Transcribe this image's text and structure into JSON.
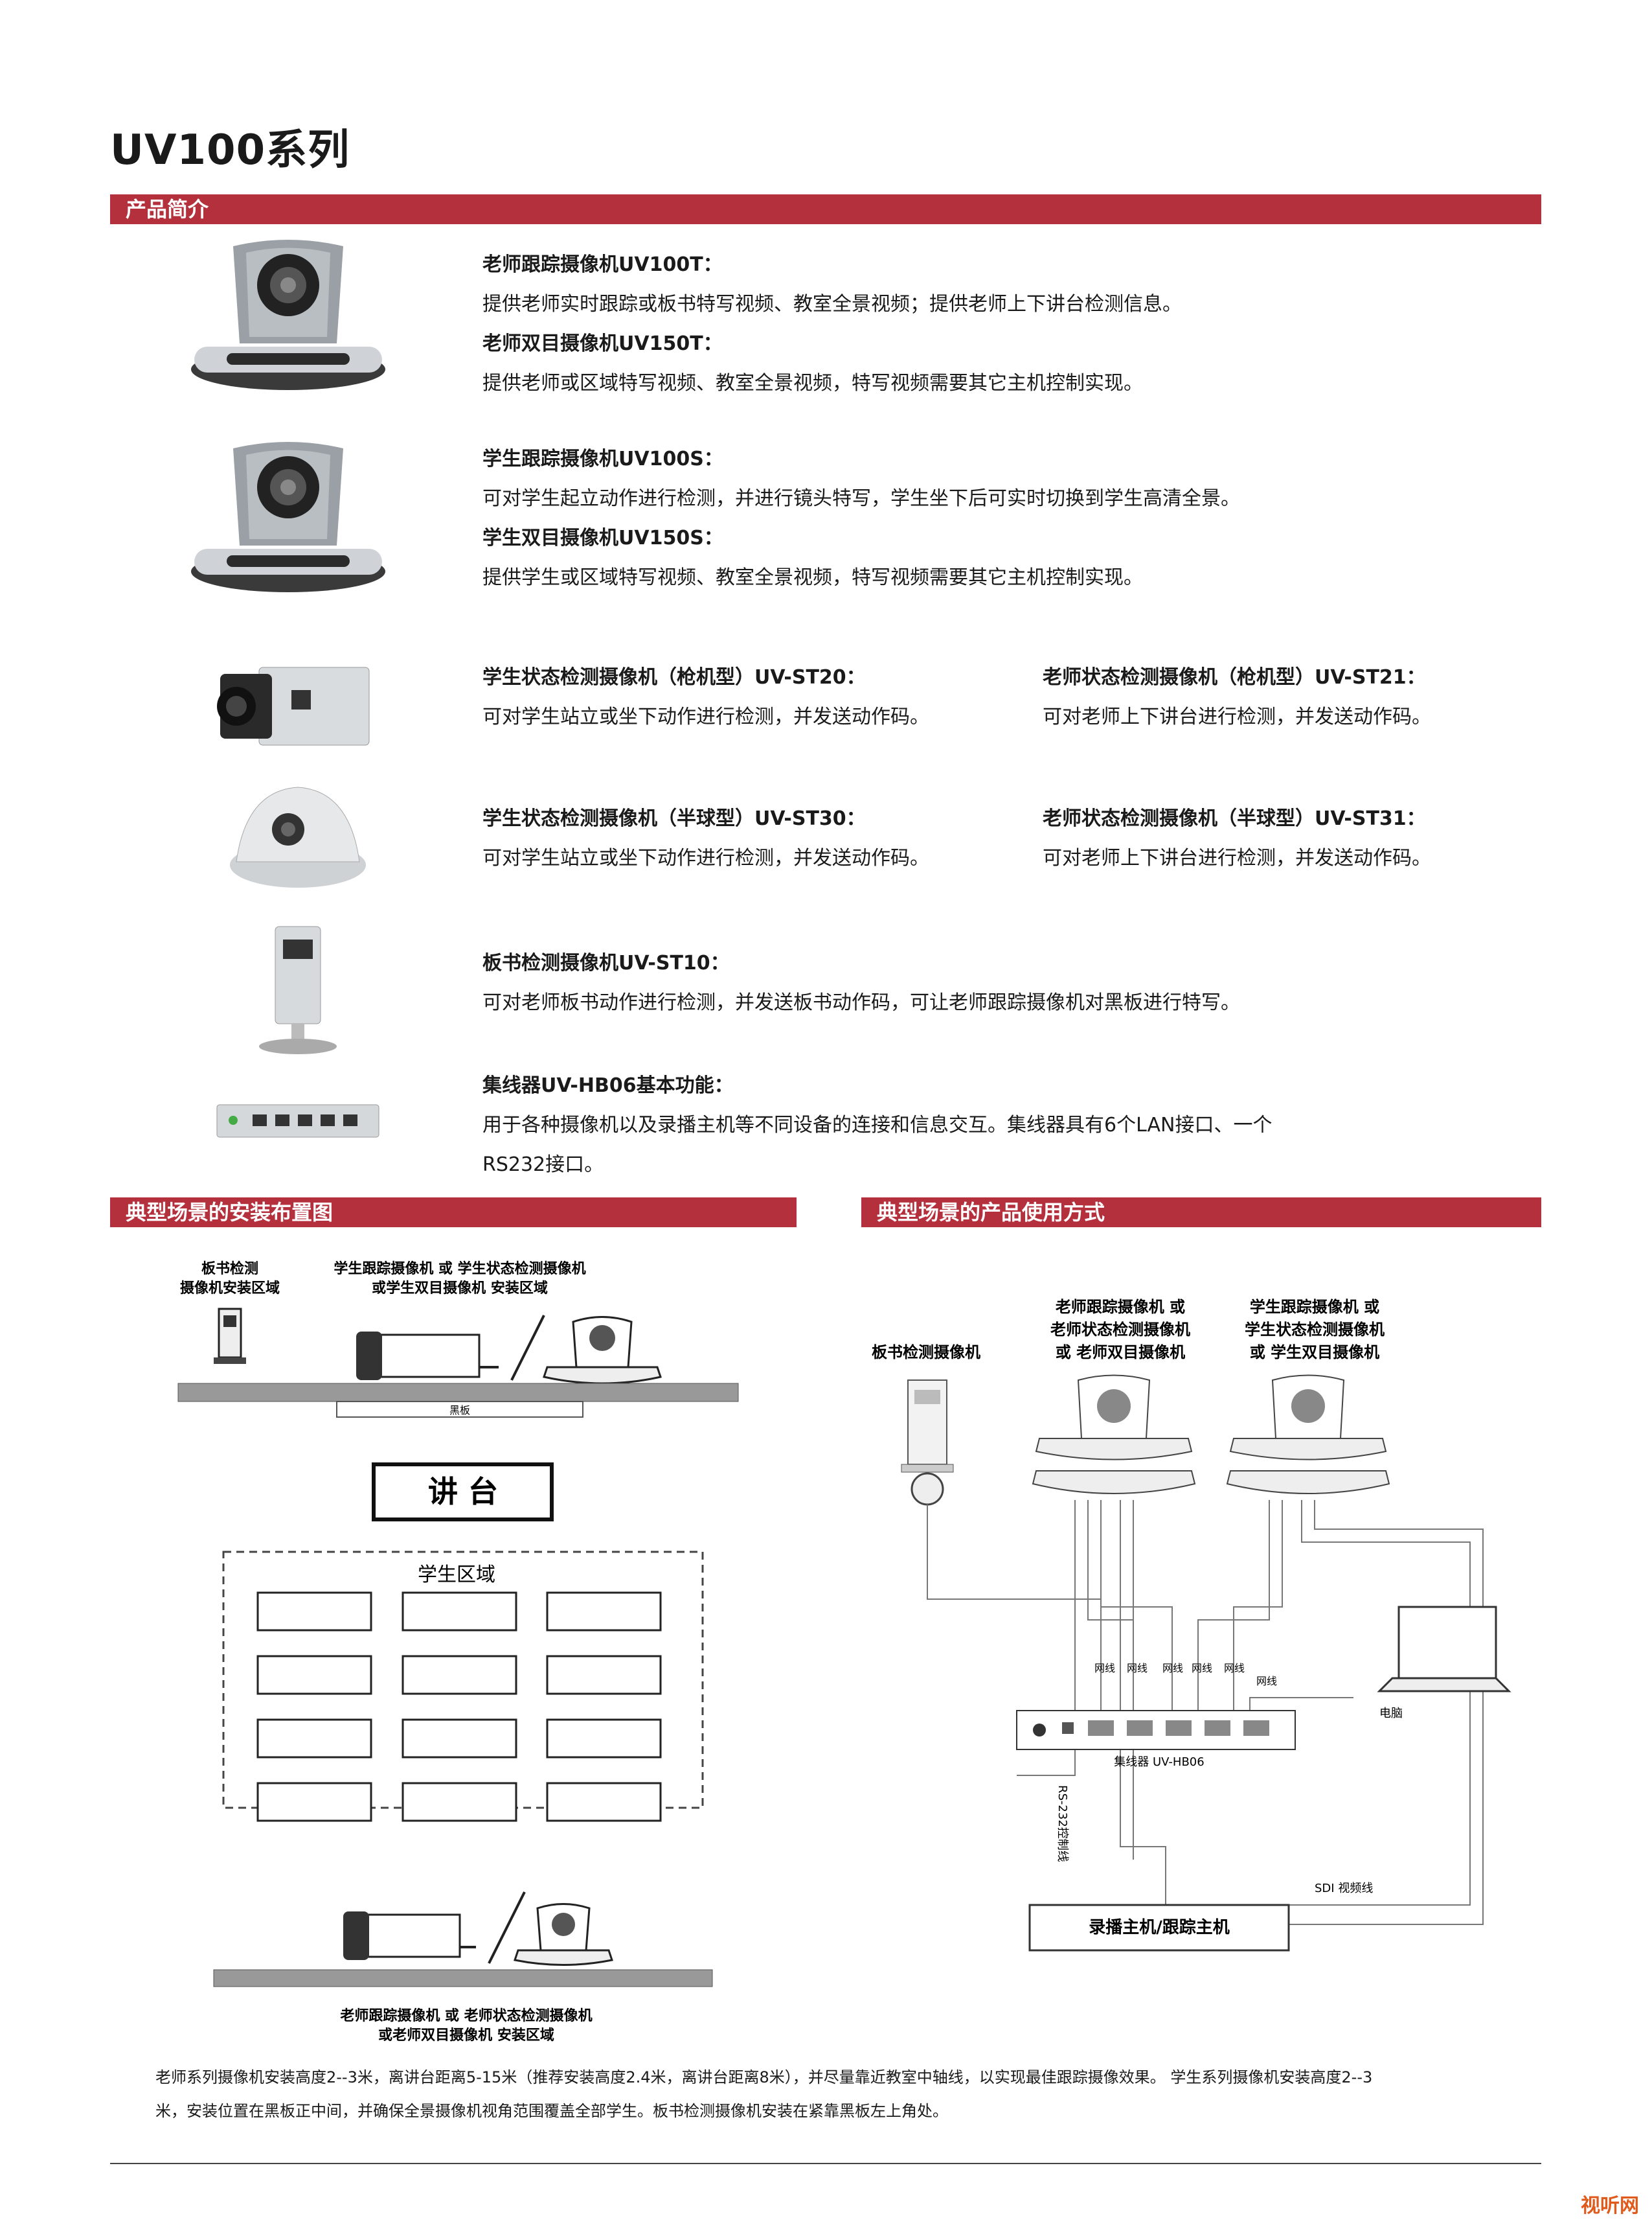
{
  "page": {
    "title": "UV100系列"
  },
  "sections": {
    "intro": "产品简介",
    "layout": "典型场景的安装布置图",
    "usage": "典型场景的产品使用方式"
  },
  "products": {
    "uv100t": {
      "name": "老师跟踪摄像机UV100T：",
      "desc": "提供老师实时跟踪或板书特写视频、教室全景视频；提供老师上下讲台检测信息。"
    },
    "uv150t": {
      "name": "老师双目摄像机UV150T：",
      "desc": "提供老师或区域特写视频、教室全景视频，特写视频需要其它主机控制实现。"
    },
    "uv100s": {
      "name": "学生跟踪摄像机UV100S：",
      "desc": "可对学生起立动作进行检测，并进行镜头特写，学生坐下后可实时切换到学生高清全景。"
    },
    "uv150s": {
      "name": "学生双目摄像机UV150S：",
      "desc": "提供学生或区域特写视频、教室全景视频，特写视频需要其它主机控制实现。"
    },
    "st20": {
      "name": "学生状态检测摄像机（枪机型）UV-ST20：",
      "desc": "可对学生站立或坐下动作进行检测，并发送动作码。"
    },
    "st21": {
      "name": "老师状态检测摄像机（枪机型）UV-ST21：",
      "desc": "可对老师上下讲台进行检测，并发送动作码。"
    },
    "st30": {
      "name": "学生状态检测摄像机（半球型）UV-ST30：",
      "desc": "可对学生站立或坐下动作进行检测，并发送动作码。"
    },
    "st31": {
      "name": "老师状态检测摄像机（半球型）UV-ST31：",
      "desc": "可对老师上下讲台进行检测，并发送动作码。"
    },
    "st10": {
      "name": "板书检测摄像机UV-ST10：",
      "desc": "可对老师板书动作进行检测，并发送板书动作码，可让老师跟踪摄像机对黑板进行特写。"
    },
    "hb06": {
      "name": "集线器UV-HB06基本功能：",
      "desc1": "用于各种摄像机以及录播主机等不同设备的连接和信息交互。集线器具有6个LAN接口、一个",
      "desc2": "RS232接口。"
    }
  },
  "layout_diagram": {
    "board_zone1": "板书检测",
    "board_zone2": "摄像机安装区域",
    "student_zone1": "学生跟踪摄像机 或 学生状态检测摄像机",
    "student_zone2": "或学生双目摄像机 安装区域",
    "blackboard": "黑板",
    "podium": "讲 台",
    "student_area": "学生区域",
    "teacher_zone1": "老师跟踪摄像机 或 老师状态检测摄像机",
    "teacher_zone2": "或老师双目摄像机 安装区域"
  },
  "usage_diagram": {
    "board_cam": "板书检测摄像机",
    "teacher_cam1": "老师跟踪摄像机 或",
    "teacher_cam2": "老师状态检测摄像机",
    "teacher_cam3": "或 老师双目摄像机",
    "student_cam1": "学生跟踪摄像机 或",
    "student_cam2": "学生状态检测摄像机",
    "student_cam3": "或 学生双目摄像机",
    "net": "网线",
    "pc": "电脑",
    "hub": "集线器 UV-HB06",
    "rs232": "RS-232控制线",
    "sdi": "SDI 视频线",
    "host": "录播主机/跟踪主机"
  },
  "note": {
    "line1": "老师系列摄像机安装高度2--3米，离讲台距离5-15米（推荐安装高度2.4米，离讲台距离8米），并尽量靠近教室中轴线，以实现最佳跟踪摄像效果。  学生系列摄像机安装高度2--3",
    "line2": "米，安装位置在黑板正中间，并确保全景摄像机视角范围覆盖全部学生。板书检测摄像机安装在紧靠黑板左上角处。"
  },
  "watermark": "视听网"
}
